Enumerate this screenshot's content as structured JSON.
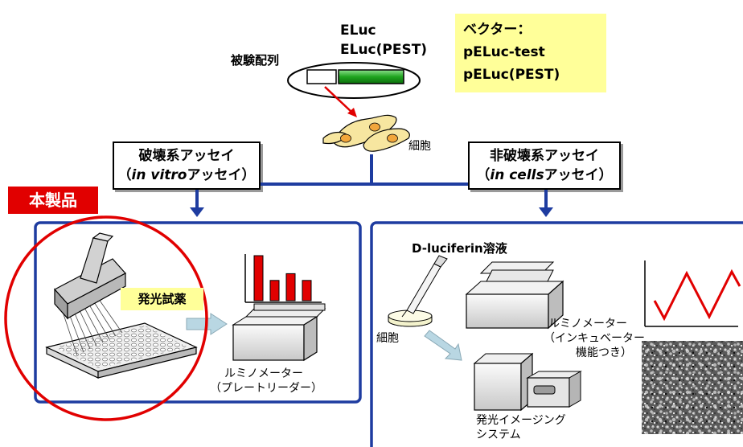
{
  "colors": {
    "flow_blue": "#1e3ca0",
    "accent_red": "#e10000",
    "gene_green": "#1fa41f",
    "highlight_yellow": "#ffff99"
  },
  "vector": {
    "test_sequence_label": "被験配列",
    "gene_line1": "ELuc",
    "gene_line2": "ELuc(PEST)",
    "box_line1": "ベクター：",
    "box_line2": "pELuc-test",
    "box_line3": "pELuc(PEST)"
  },
  "cells_label": "細胞",
  "assays": {
    "destructive_line1": "破壊系アッセイ",
    "destructive_line2_italic": "in vitro",
    "destructive_line2_rest": "アッセイ）",
    "nondestructive_line1": "非破壊系アッセイ",
    "nondestructive_line2_italic": "in cells",
    "nondestructive_line2_rest": "アッセイ）",
    "open_paren": "（"
  },
  "product_badge": "本製品",
  "left_panel": {
    "reagent_label": "発光試薬",
    "device_line1": "ルミノメーター",
    "device_line2": "（プレートリーダー）",
    "bar_values": [
      100,
      45,
      60,
      45
    ]
  },
  "right_panel": {
    "substrate_label": "D-luciferin溶液",
    "cells_label": "細胞",
    "luminometer_line1": "ルミノメーター",
    "luminometer_line2": "（インキュベーター",
    "luminometer_line3": "機能つき）",
    "imaging_line1": "発光イメージング",
    "imaging_line2": "システム"
  }
}
